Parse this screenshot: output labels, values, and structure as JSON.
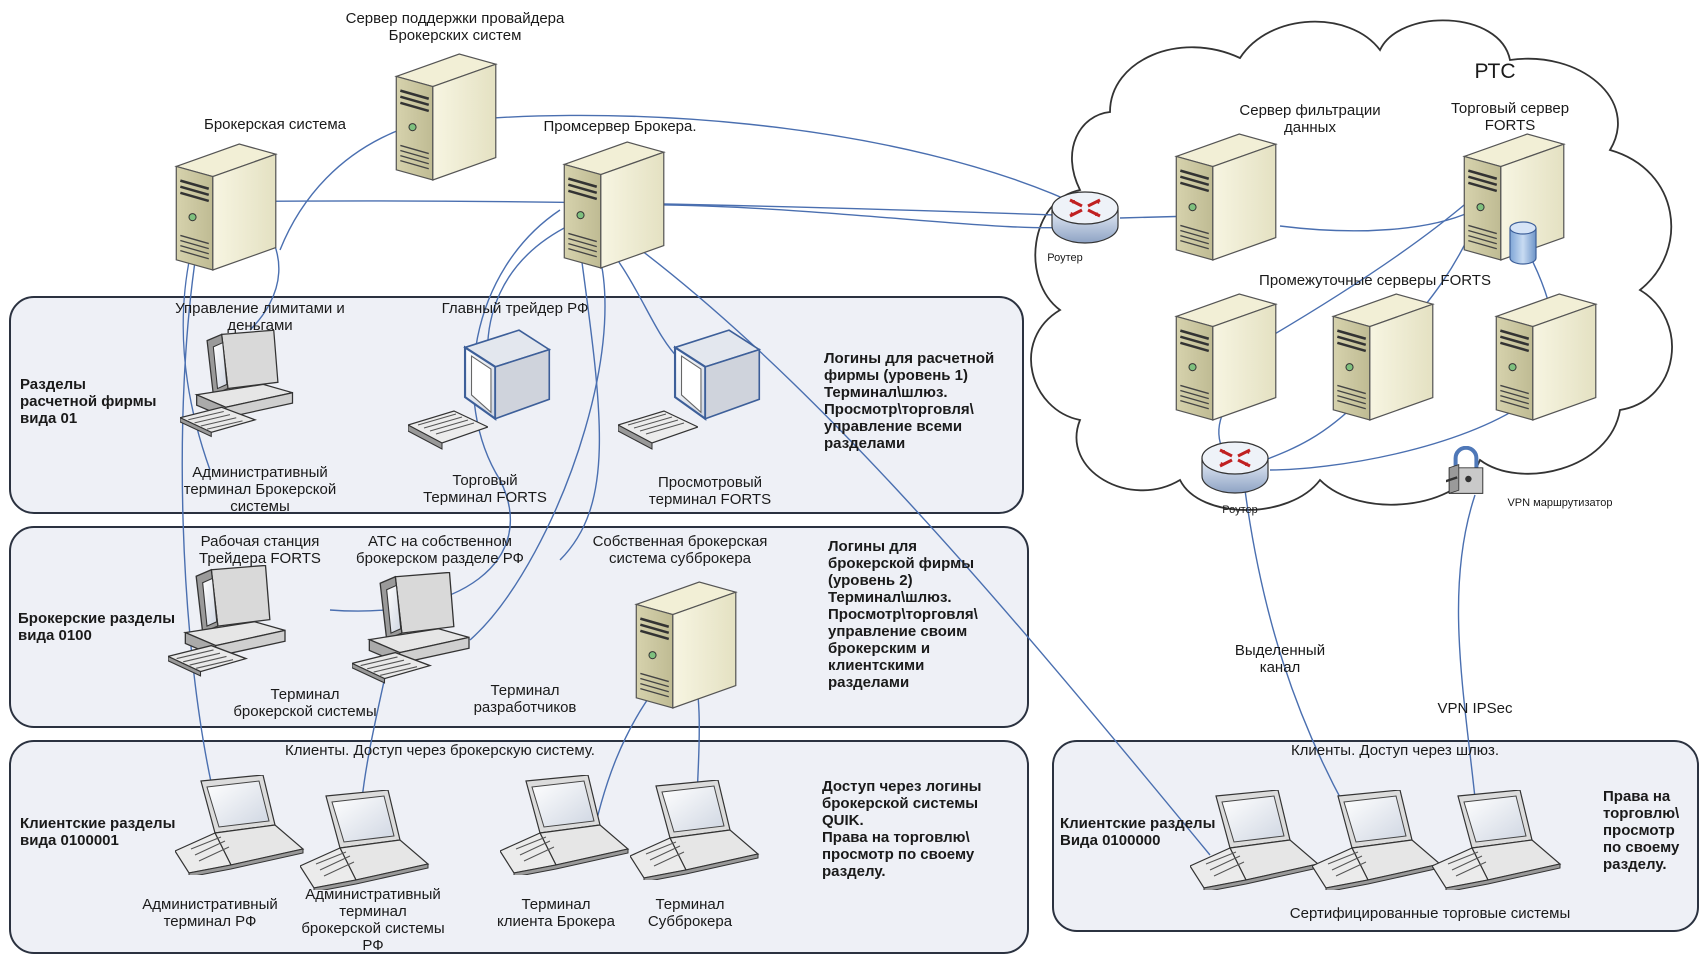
{
  "title": "",
  "colors": {
    "panel_fill": "#eef0f6",
    "panel_stroke": "#2b3240",
    "link_line": "#4a6fb0",
    "server_body": "#f3f1da",
    "cloud_stroke": "#333333"
  },
  "cloud": {
    "label": "РТС"
  },
  "nodes": {
    "support_server": "Сервер поддержки провайдера\nБрокерских систем",
    "broker_system": "Брокерская система",
    "prom_server": "Промсервер Брокера.",
    "filter_server": "Сервер фильтрации\nданных",
    "trade_server": "Торговый сервер\nFORTS",
    "intermediate_servers": "Промежуточные серверы FORTS",
    "router_top": "Роутер",
    "router_bottom": "Роутер",
    "vpn_router": "VPN маршрутизатор",
    "dedicated_channel": "Выделенный\nканал",
    "vpn_ipsec": "VPN IPSec"
  },
  "panels": {
    "settlement": {
      "heading": "Разделы\nрасчетной фирмы\nвида 01",
      "note": "Логины для расчетной\nфирмы (уровень 1)\nТерминал\\шлюз.\nПросмотр\\торговля\\\nуправление всеми\nразделами",
      "limits_label": "Управление лимитами и\nденьгами",
      "admin_terminal": "Административный\nтерминал Брокерской\nсистемы",
      "chief_trader": "Главный трейдер РФ",
      "trading_terminal": "Торговый\nТерминал FORTS",
      "view_terminal": "Просмотровый\nтерминал FORTS"
    },
    "broker": {
      "heading": "Брокерские разделы\nвида 0100",
      "note": "Логины для\nброкерской фирмы\n(уровень 2)\nТерминал\\шлюз.\nПросмотр\\торговля\\\nуправление своим\nброкерским и\nклиентскими\nразделами",
      "workstation": "Рабочая станция\nТрейдера FORTS",
      "ats": "АТС на собственном\nброкерском разделе РФ",
      "sub_broker_system": "Собственная брокерская\nсистема субброкера",
      "broker_terminal": "Терминал\nброкерской системы",
      "dev_terminal": "Терминал\nразработчиков"
    },
    "clients_left": {
      "caption": "Клиенты. Доступ через брокерскую систему.",
      "heading": "Клиентские разделы\nвида 0100001",
      "note": "Доступ через логины\nброкерской системы\nQUIK.\nПрава на торговлю\\\nпросмотр по своему\nразделу.",
      "admin_rf": "Административный\nтерминал РФ",
      "admin_broker_rf": "Административный\nтерминал\nброкерской системы\nРФ",
      "client_terminal": "Терминал\nклиента Брокера",
      "sub_terminal": "Терминал\nСубброкера"
    },
    "clients_right": {
      "caption": "Клиенты. Доступ через шлюз.",
      "heading": "Клиентские разделы\nВида 0100000",
      "note": "Права на\nторговлю\\\nпросмотр\nпо своему\nразделу.",
      "certified": "Сертифицированные торговые системы"
    }
  }
}
